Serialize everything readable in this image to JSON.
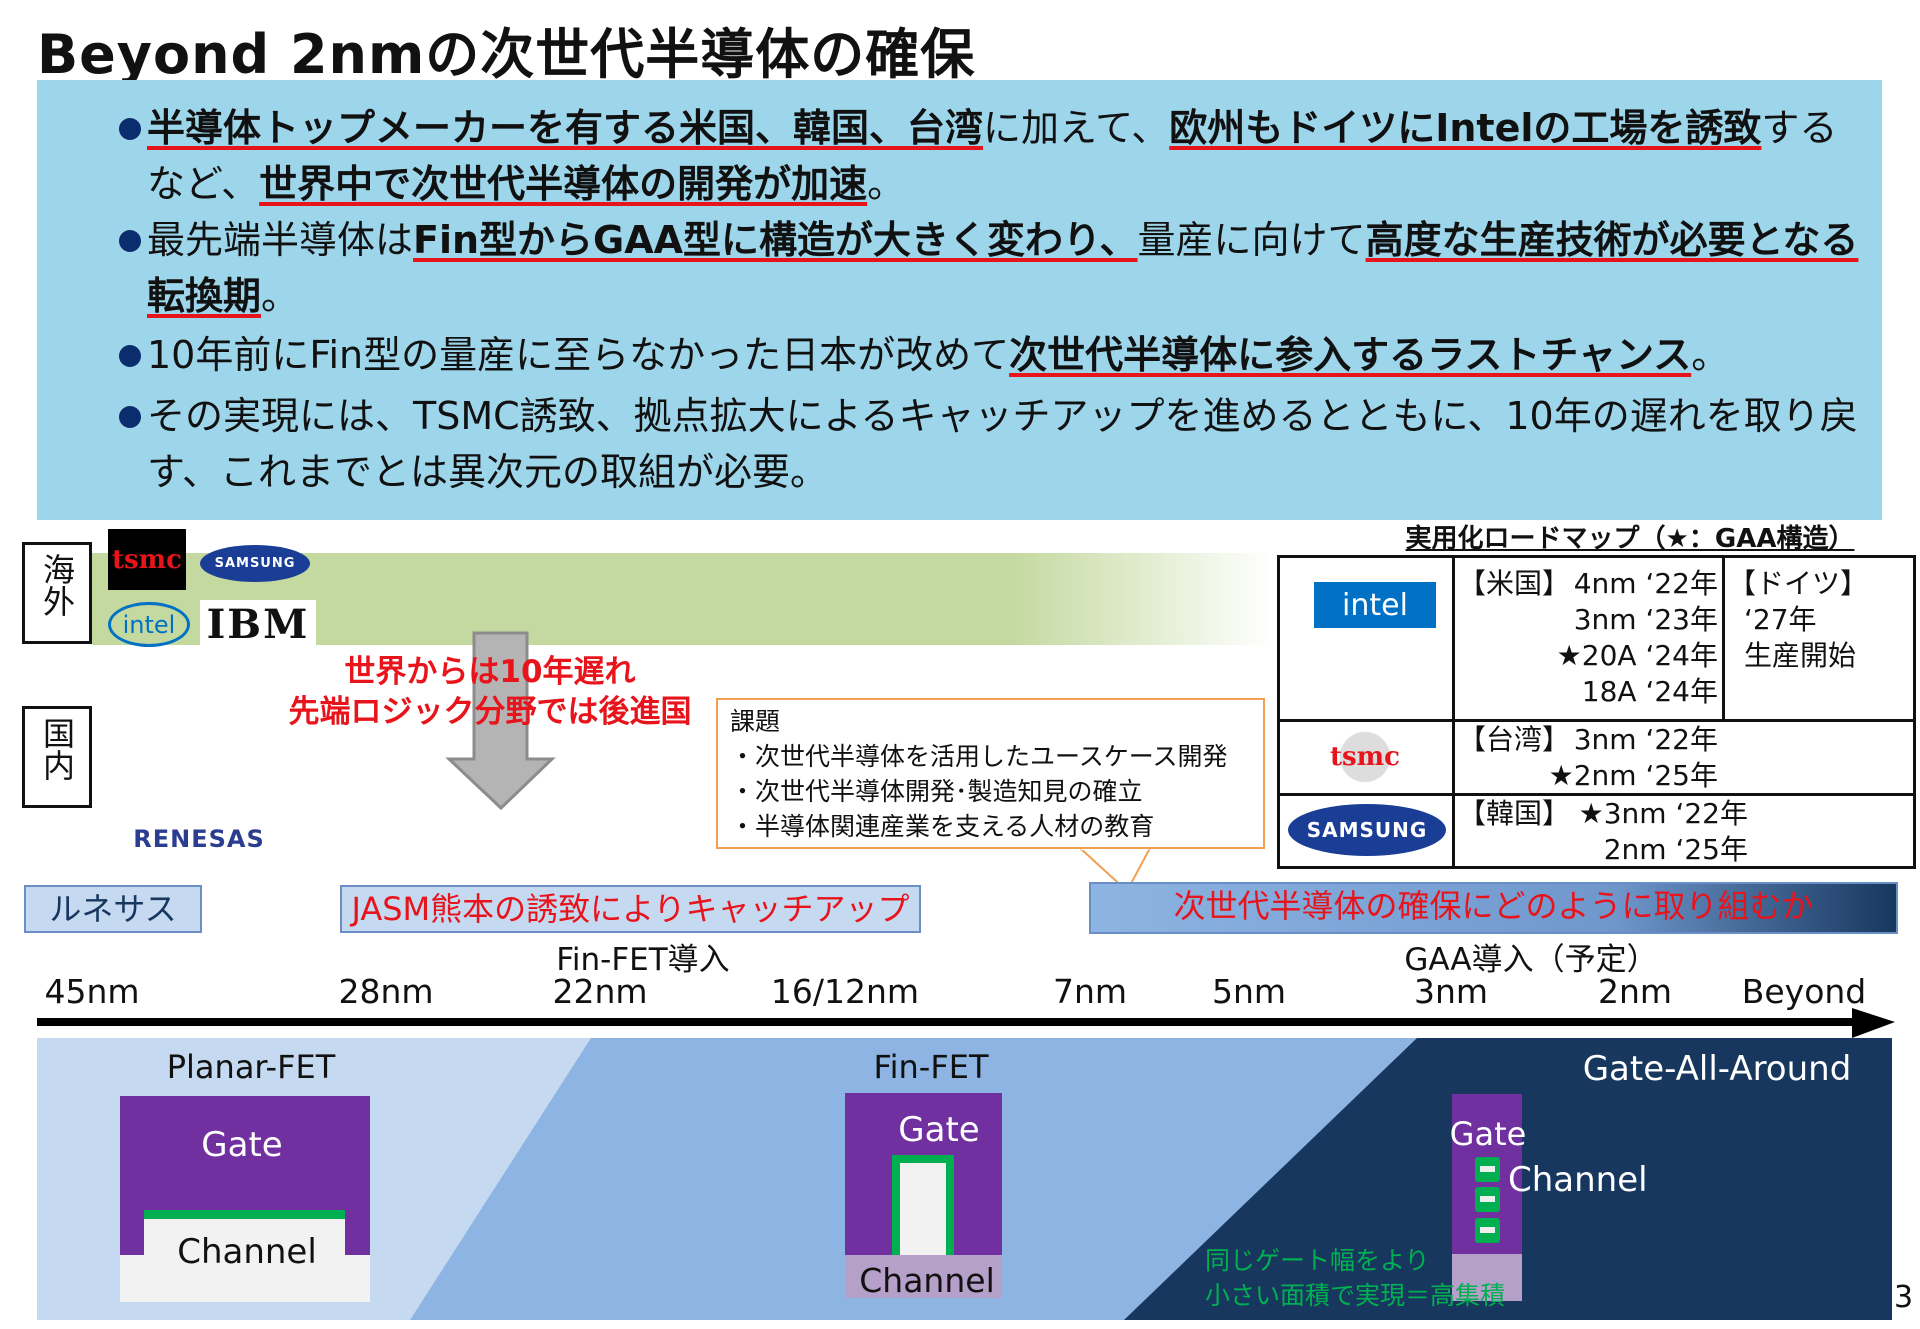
{
  "title": "Beyond 2nmの次世代半導体の確保",
  "colors": {
    "summary_bg": "#9dd5ea",
    "emphasis_underline": "#e8141c",
    "accent_red": "#e8141c",
    "navy": "#17375e",
    "gate_purple": "#7030a0",
    "channel_green": "#00b050"
  },
  "bullets": [
    {
      "segments": [
        {
          "text": "半導体トップメーカーを有する米国、韓国、台湾",
          "emph": true
        },
        {
          "text": "に加えて、",
          "emph": false
        },
        {
          "text": "欧州もドイツにIntelの工場を誘致",
          "emph": true
        },
        {
          "text": "するなど、",
          "emph": false
        },
        {
          "text": "世界中で次世代半導体の開発が加速",
          "emph": true
        },
        {
          "text": "。",
          "emph": false
        }
      ]
    },
    {
      "segments": [
        {
          "text": "最先端半導体は",
          "emph": false
        },
        {
          "text": "Fin型からGAA型に構造が大きく変わり、",
          "emph": true
        },
        {
          "text": "量産に向けて",
          "emph": false
        },
        {
          "text": "高度な生産技術が必要となる転換期",
          "emph": true
        },
        {
          "text": "。",
          "emph": false
        }
      ]
    },
    {
      "segments": [
        {
          "text": "10年前にFin型の量産に至らなかった日本が改めて",
          "emph": false
        },
        {
          "text": "次世代半導体に参入するラストチャンス",
          "emph": true
        },
        {
          "text": "。",
          "emph": false
        }
      ]
    },
    {
      "segments": [
        {
          "text": "その実現には、TSMC誘致、拠点拡大によるキャッチアップを進めるとともに、10年の遅れを取り戻す、これまでとは異次元の取組が必要。",
          "emph": false
        }
      ]
    }
  ],
  "regions": {
    "overseas": "海外",
    "domestic": "国内"
  },
  "logos": {
    "tsmc": "tsmc",
    "samsung": "SAMSUNG",
    "intel": "intel",
    "ibm": "IBM",
    "renesas": "RENESAS"
  },
  "gap_message": [
    "世界からは10年遅れ",
    "先端ロジック分野では後進国"
  ],
  "issues": {
    "title": "課題",
    "items": [
      "・次世代半導体を活用したユースケース開発",
      "・次世代半導体開発･製造知見の確立",
      "・半導体関連産業を支える人材の教育"
    ]
  },
  "roadmap": {
    "title": "実用化ロードマップ（★：GAA構造）",
    "intel": {
      "logo": "intel",
      "us_label": "【米国】",
      "us": [
        "4nm ‘22年",
        "3nm ‘23年",
        "★20A ‘24年",
        "18A ‘24年"
      ],
      "de_label": "【ドイツ】",
      "de": [
        "‘27年",
        "生産開始"
      ]
    },
    "tsmc": {
      "logo": "tsmc",
      "label": "【台湾】",
      "items": [
        "3nm ‘22年",
        "★2nm ‘25年"
      ]
    },
    "samsung": {
      "logo": "SAMSUNG",
      "label": "【韓国】",
      "items": [
        "★3nm ‘22年",
        "2nm ‘25年"
      ]
    }
  },
  "stages": {
    "renesas": "ルネサス",
    "jasm": "JASM熊本の誘致によりキャッチアップ",
    "next": "次世代半導体の確保にどのように取り組むか"
  },
  "introductions": {
    "finfet": "Fin-FET導入",
    "gaa": "GAA導入（予定）"
  },
  "nodes": [
    "45nm",
    "28nm",
    "22nm",
    "16/12nm",
    "7nm",
    "5nm",
    "3nm",
    "2nm",
    "Beyond"
  ],
  "structures": {
    "planar": {
      "name": "Planar-FET",
      "gate": "Gate",
      "channel": "Channel"
    },
    "finfet": {
      "name": "Fin-FET",
      "gate": "Gate",
      "channel": "Channel"
    },
    "gaa": {
      "name": "Gate-All-Around",
      "gate": "Gate",
      "channel": "Channel",
      "note": [
        "同じゲート幅をより",
        "小さい面積で実現＝高集積"
      ]
    }
  },
  "page_number": "3"
}
